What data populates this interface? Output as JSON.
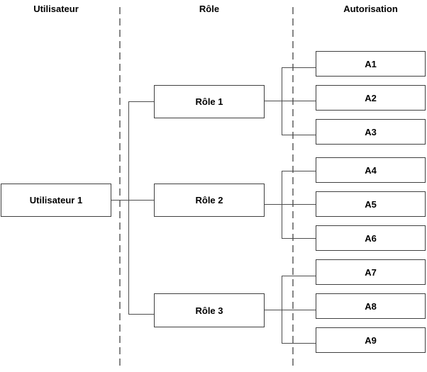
{
  "diagram": {
    "type": "rbac-mapping",
    "columns": [
      {
        "label": "Utilisateur"
      },
      {
        "label": "Rôle"
      },
      {
        "label": "Autorisation"
      }
    ],
    "user": {
      "label": "Utilisateur 1"
    },
    "roles": [
      {
        "label": "Rôle 1"
      },
      {
        "label": "Rôle 2"
      },
      {
        "label": "Rôle 3"
      }
    ],
    "authorizations": [
      "A1",
      "A2",
      "A3",
      "A4",
      "A5",
      "A6",
      "A7",
      "A8",
      "A9"
    ],
    "edges": {
      "user_to_roles": {
        "Utilisateur 1": [
          "Rôle 1",
          "Rôle 2",
          "Rôle 3"
        ]
      },
      "role_to_authorizations": {
        "Rôle 1": [
          "A1",
          "A2",
          "A3"
        ],
        "Rôle 2": [
          "A4",
          "A5",
          "A6"
        ],
        "Rôle 3": [
          "A7",
          "A8",
          "A9"
        ]
      }
    },
    "colors": {
      "background": "#ffffff",
      "text": "#000000",
      "box_border": "#404040",
      "connector_line": "#4d4d4d",
      "dashed_divider": "#858585"
    }
  }
}
